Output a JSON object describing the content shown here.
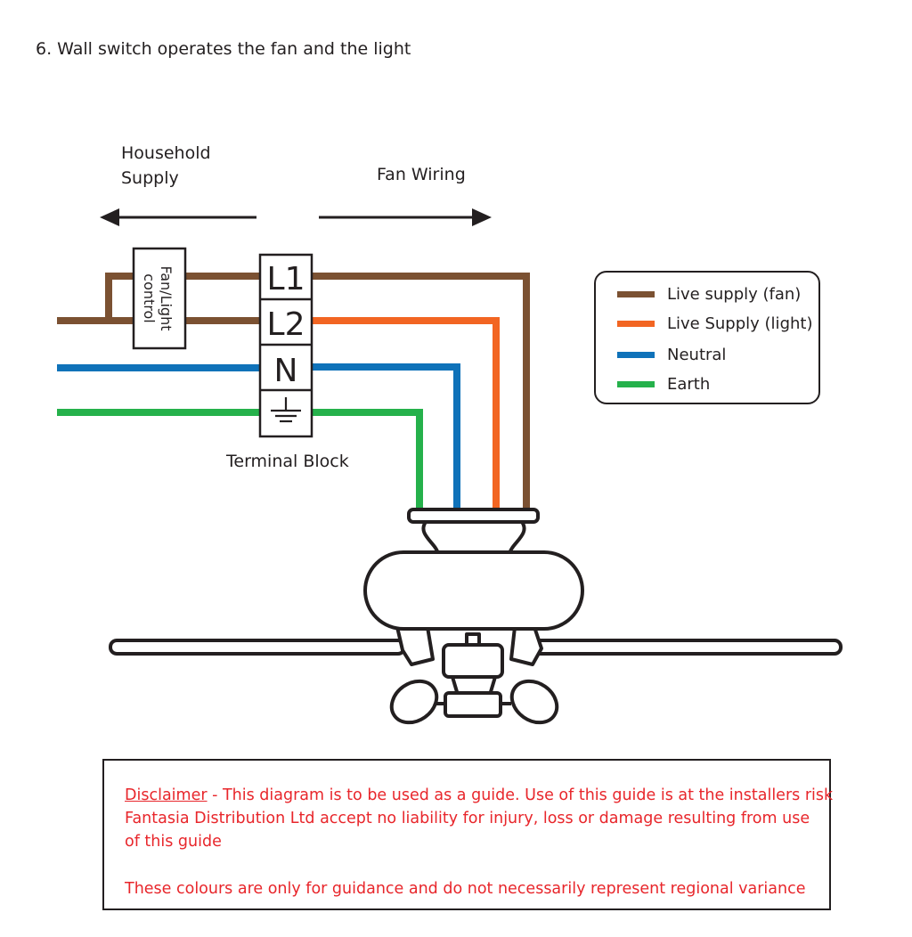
{
  "title": "6. Wall switch operates the fan and the light",
  "labels": {
    "household_line1": "Household",
    "household_line2": "Supply",
    "fan_wiring": "Fan Wiring",
    "terminal_block": "Terminal Block",
    "switch_line1": "Fan/Light",
    "switch_line2": "control"
  },
  "terminals": {
    "l1": "L1",
    "l2": "L2",
    "n": "N"
  },
  "legend": [
    {
      "label": "Live supply (fan)",
      "color": "#7b5132"
    },
    {
      "label": "Live Supply (light)",
      "color": "#f26522"
    },
    {
      "label": "Neutral",
      "color": "#0f72b9"
    },
    {
      "label": "Earth",
      "color": "#25b14b"
    }
  ],
  "colors": {
    "live_fan": "#7b5132",
    "live_light": "#f26522",
    "neutral": "#0f72b9",
    "earth": "#25b14b",
    "outline": "#231f20",
    "disclaimer_text": "#e8262b"
  },
  "disclaimer": {
    "heading": "Disclaimer",
    "line1_rest": " - This diagram is to be used as a guide.  Use of this guide is at the installers risk",
    "line2": "Fantasia Distribution Ltd accept no liability for injury, loss or damage resulting from use",
    "line3": "of this guide",
    "line4": "These colours are only for guidance and do not necessarily represent regional variance"
  }
}
